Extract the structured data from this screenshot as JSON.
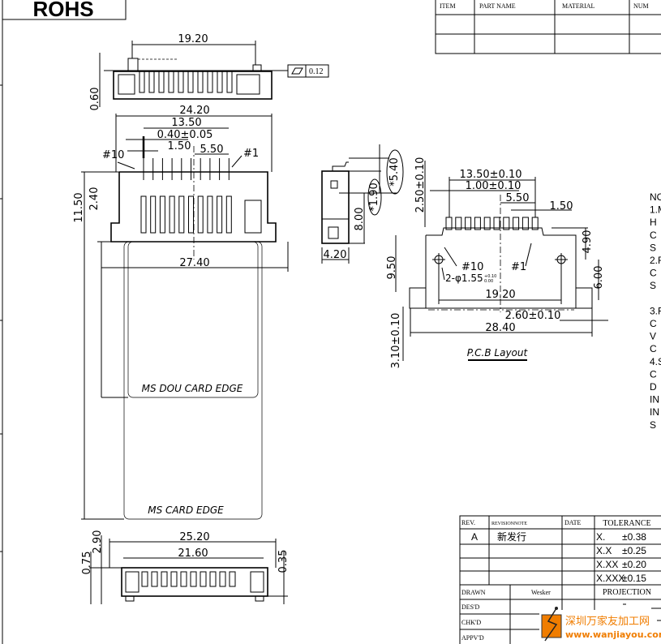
{
  "title_block": {
    "rohs": "ROHS"
  },
  "parts_table": {
    "headers": [
      "ITEM",
      "PART NAME",
      "MATERIAL",
      "NUM"
    ]
  },
  "top_view": {
    "width_dim": "19.20",
    "height_dim": "0.60",
    "flatness": "0.12"
  },
  "front_view": {
    "overall_width": "24.20",
    "pin_span": "13.50",
    "pin_width": "0.40±0.05",
    "pitch": "1.50",
    "center_offset": "5.50",
    "pin10": "#10",
    "pin1": "#1",
    "height": "11.50",
    "lead_height": "2.40",
    "card_width": "27.40",
    "ms_dou_card_edge": "MS DOU CARD EDGE",
    "ms_card_edge": "MS CARD EDGE"
  },
  "bottom_view": {
    "outer_width": "25.20",
    "inner_width": "21.60",
    "dim_290": "2.90",
    "dim_075": "0.75",
    "dim_035": "0.35"
  },
  "side_view": {
    "dim_540": "*5.40",
    "dim_190": "*1.90",
    "dim_800": "8.00",
    "dim_420": "4.20"
  },
  "pcb_layout": {
    "title": "P.C.B Layout",
    "pad_span": "13.50±0.10",
    "pad_width": "1.00±0.10",
    "center_offset": "5.50",
    "pitch": "1.50",
    "pad_length": "2.50±0.10",
    "dim_950": "9.50",
    "dim_490": "4.90",
    "dim_600": "6.00",
    "hole_spacing": "19.20",
    "hole_label": "2-φ1.55",
    "hole_tol_plus": "+0.10",
    "hole_tol_minus": "0.00",
    "pin10": "#10",
    "pin1": "#1",
    "dim_260": "2.60±0.10",
    "overall": "28.40",
    "dim_310": "3.10±0.10"
  },
  "notes": {
    "lines": [
      "NO",
      "1.M",
      "H",
      "C",
      "S",
      "2.F",
      "C",
      "S",
      "",
      "3.F",
      "C",
      "V",
      "C",
      "4.S",
      "C",
      "D",
      "IN",
      "IN",
      "S"
    ]
  },
  "revision_block": {
    "rev_header": "REV.",
    "note_header": "REVISIONNOTE",
    "date_header": "DATE",
    "rev": "A",
    "rev_note": "新发行",
    "tolerance_header": "TOLERANCE",
    "tolerances": [
      {
        "fmt": "X.",
        "val": "±0.38"
      },
      {
        "fmt": "X.X",
        "val": "±0.25"
      },
      {
        "fmt": "X.XX",
        "val": "±0.20"
      },
      {
        "fmt": "X.XXX",
        "val": "±0.15"
      }
    ],
    "drawn_label": "DRAWN",
    "drawn_by": "Wesker",
    "projection": "PROJECTION",
    "designed_label": "DES'D",
    "checked_label": "CHK'D",
    "approved_label": "APPV'D"
  },
  "watermark": {
    "cn": "深圳万家友加工网",
    "url": "www.wanjiayou.com",
    "color": "#f07d00"
  }
}
